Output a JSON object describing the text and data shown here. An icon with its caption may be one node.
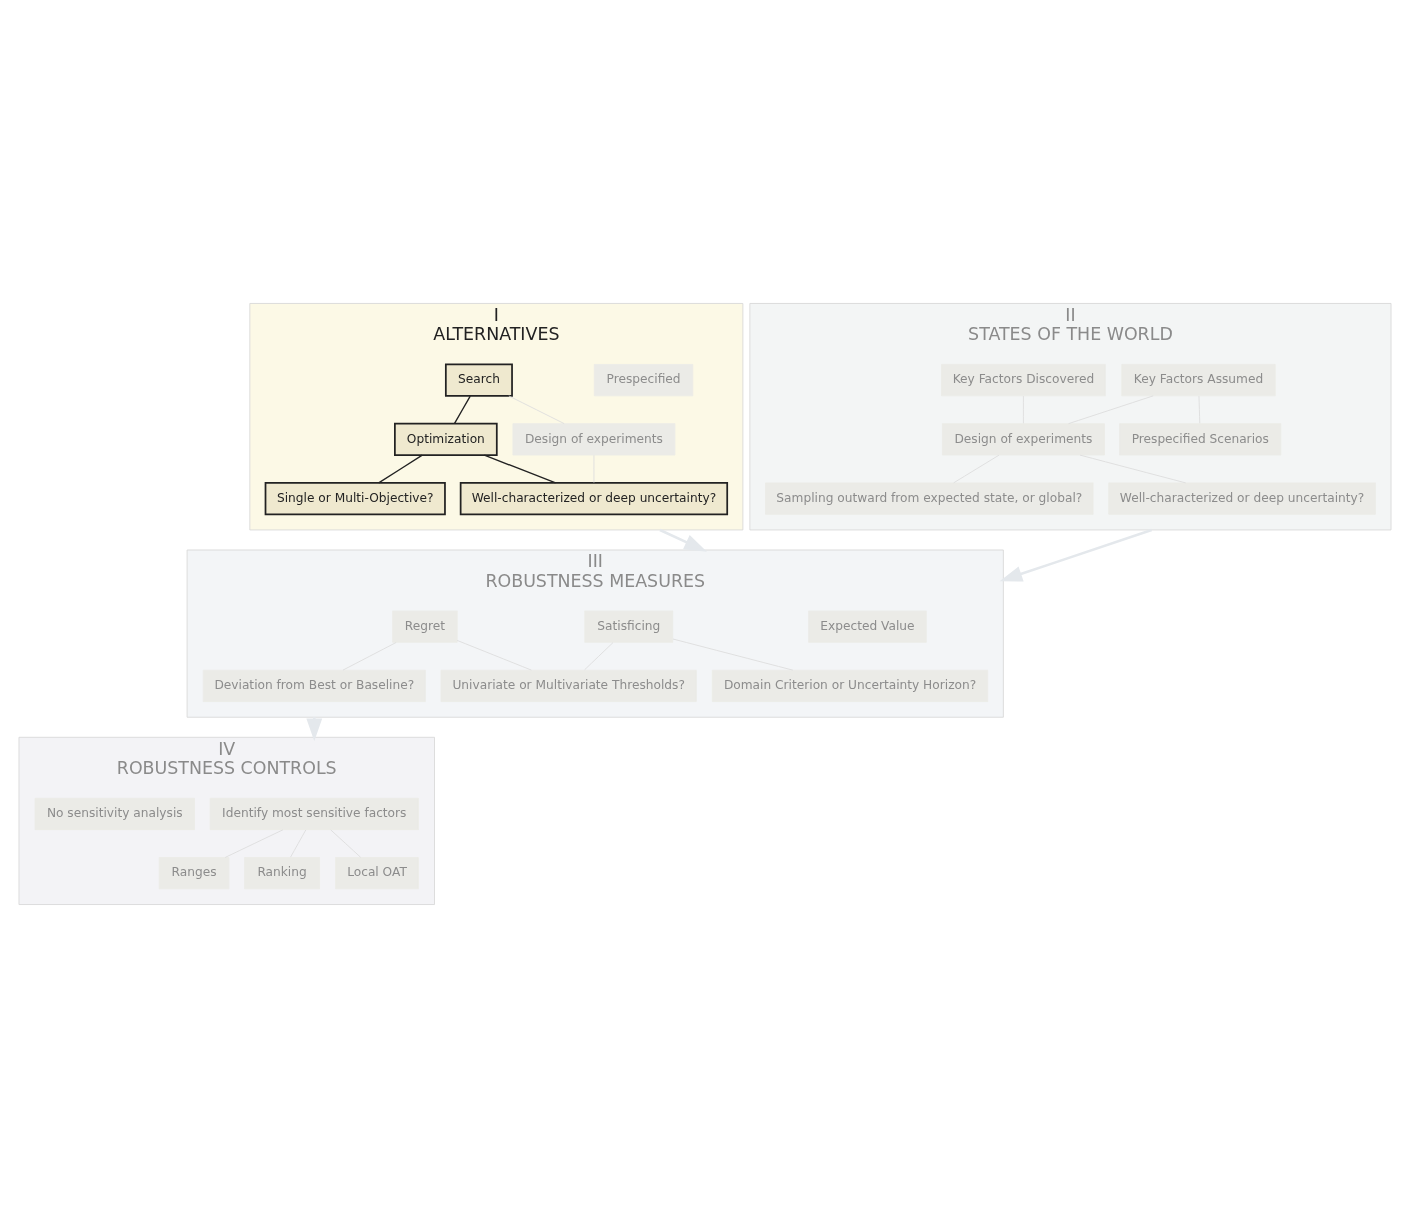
{
  "diagram": {
    "nodes": [
      {
        "text": [
          "I",
          "ALTERNATIVES"
        ]
      },
      {
        "text": [
          "Prespecified"
        ],
        "in": 0
      },
      {
        "text": [
          "Search"
        ],
        "in": 0
      },
      {
        "text": [
          "Optimization"
        ],
        "in": 0
      },
      {
        "text": [
          "Design of experiments"
        ],
        "in": 0
      },
      {
        "text": [
          "Single or Multi-Objective?"
        ],
        "in": 0
      },
      {
        "text": [
          "Well-characterized or deep uncertainty?"
        ],
        "in": 0
      },
      {
        "text": [
          "II",
          "STATES OF THE WORLD"
        ]
      },
      {
        "text": [
          "Key Factors Assumed"
        ],
        "in": 7
      },
      {
        "text": [
          "Key Factors Discovered"
        ],
        "in": 7
      },
      {
        "text": [
          "Prespecified Scenarios"
        ],
        "in": 7
      },
      {
        "text": [
          "Design of experiments"
        ],
        "in": 7
      },
      {
        "text": [
          "Sampling outward from expected state, or global?"
        ],
        "in": 7
      },
      {
        "text": [
          "Well-characterized or deep uncertainty?"
        ],
        "in": 7
      },
      {
        "text": [
          "III",
          "ROBUSTNESS MEASURES"
        ]
      },
      {
        "text": [
          "Expected Value"
        ],
        "in": 14
      },
      {
        "text": [
          "Satisficing"
        ],
        "in": 14
      },
      {
        "text": [
          "Regret"
        ],
        "in": 14
      },
      {
        "text": [
          "Domain Criterion or Uncertainty Horizon?"
        ],
        "in": 14
      },
      {
        "text": [
          "Univariate or Multivariate Thresholds?"
        ],
        "in": 14
      },
      {
        "text": [
          "Deviation from Best or Baseline?"
        ],
        "in": 14
      },
      {
        "text": [
          "IV",
          "ROBUSTNESS CONTROLS"
        ]
      },
      {
        "text": [
          "Identify most sensitive factors"
        ],
        "in": 21
      },
      {
        "text": [
          "No sensitivity analysis"
        ],
        "in": 21
      },
      {
        "text": [
          "Ranges"
        ],
        "in": 21
      },
      {
        "text": [
          "Ranking"
        ],
        "in": 21
      },
      {
        "text": [
          "Local OAT"
        ],
        "in": 21
      }
    ],
    "edges": [
      {
        "from": 2,
        "to": 3,
        "arrow": "none",
        "color": "#222222"
      },
      {
        "from": 2,
        "to": 4,
        "arrow": "none"
      },
      {
        "from": 3,
        "to": 5,
        "arrow": "none",
        "color": "#222222"
      },
      {
        "from": 3,
        "to": 6,
        "arrow": "none",
        "color": "#222222"
      },
      {
        "from": 4,
        "to": 6,
        "arrow": "none"
      },
      {
        "from": 8,
        "to": 10,
        "arrow": "none"
      },
      {
        "from": 8,
        "to": 11,
        "arrow": "none"
      },
      {
        "from": 9,
        "to": 11,
        "arrow": "none"
      },
      {
        "from": 11,
        "to": 12,
        "arrow": "none"
      },
      {
        "from": 11,
        "to": 13,
        "arrow": "none"
      },
      {
        "from": 16,
        "to": 18,
        "arrow": "none"
      },
      {
        "from": 16,
        "to": 19,
        "arrow": "none"
      },
      {
        "from": 17,
        "to": 19,
        "arrow": "none"
      },
      {
        "from": 17,
        "to": 20,
        "arrow": "none"
      },
      {
        "from": 22,
        "to": 24,
        "arrow": "none"
      },
      {
        "from": 22,
        "to": 25,
        "arrow": "none"
      },
      {
        "from": 22,
        "to": 26,
        "arrow": "none"
      },
      {
        "from": 0,
        "to": 14,
        "arrow": "to"
      },
      {
        "from": 7,
        "to": 14,
        "arrow": "to"
      },
      {
        "from": 14,
        "to": 21,
        "arrow": "to"
      }
    ]
  }
}
